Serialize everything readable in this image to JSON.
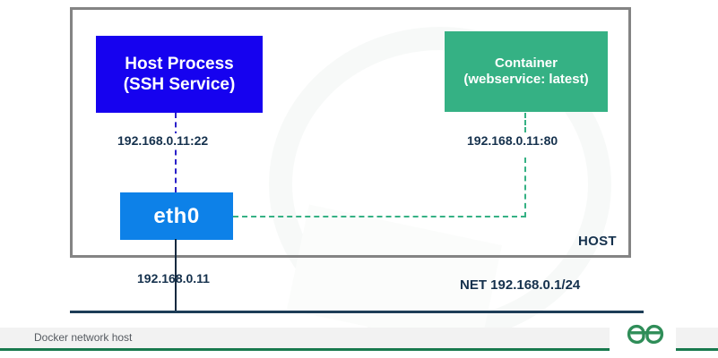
{
  "diagram": {
    "title": "Docker network host",
    "host_boundary_label": "HOST",
    "network_label": "NET 192.168.0.1/24",
    "nodes": [
      {
        "id": "host-process",
        "line1": "Host Process",
        "line2": "(SSH Service)",
        "color": "#1602EF",
        "text_color": "#ffffff"
      },
      {
        "id": "container",
        "line1": "Container",
        "line2": "(webservice: latest)",
        "color": "#35B184",
        "text_color": "#ffffff"
      },
      {
        "id": "eth0",
        "line1": "eth0",
        "color": "#0D81E8",
        "text_color": "#ffffff"
      }
    ],
    "endpoints": {
      "ssh": "192.168.0.11:22",
      "web": "192.168.0.11:80",
      "eth0_ip": "192.168.0.11"
    },
    "connectors": [
      {
        "id": "host-process-to-eth0",
        "style": "dashed",
        "color": "#2a20c9"
      },
      {
        "id": "container-to-eth0",
        "style": "dashed",
        "color": "#35B184"
      },
      {
        "id": "eth0-to-network",
        "style": "solid",
        "color": "#13293f"
      }
    ],
    "frame_color": "#848484",
    "label_color": "#15314d"
  },
  "footer": {
    "caption": "Docker network host",
    "accent_color": "#19794e",
    "logo_name": "geeksforgeeks-logo"
  }
}
